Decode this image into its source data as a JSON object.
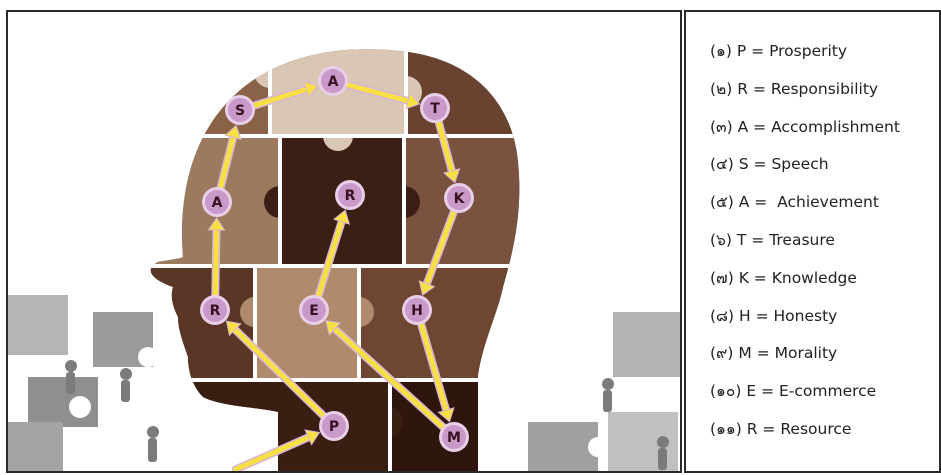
{
  "diagram": {
    "legend": [
      {
        "number": "(๑)",
        "letter": "P",
        "meaning": "Prosperity"
      },
      {
        "number": "(๒)",
        "letter": "R",
        "meaning": "Responsibility"
      },
      {
        "number": "(๓)",
        "letter": "A",
        "meaning": "Accomplishment"
      },
      {
        "number": "(๔)",
        "letter": "S",
        "meaning": "Speech"
      },
      {
        "number": "(๕)",
        "letter": "A",
        "meaning": " Achievement"
      },
      {
        "number": "(๖)",
        "letter": "T",
        "meaning": "Treasure"
      },
      {
        "number": "(๗)",
        "letter": "K",
        "meaning": "Knowledge"
      },
      {
        "number": "(๘)",
        "letter": "H",
        "meaning": "Honesty"
      },
      {
        "number": "(๙)",
        "letter": "M",
        "meaning": "Morality"
      },
      {
        "number": "(๑๐)",
        "letter": "E",
        "meaning": "E-commerce"
      },
      {
        "number": "(๑๑)",
        "letter": "R",
        "meaning": "Resource"
      }
    ],
    "nodes": [
      "P",
      "R",
      "A",
      "S",
      "A",
      "T",
      "K",
      "H",
      "M",
      "E",
      "R"
    ],
    "colors": {
      "arrow": "#f6e044",
      "arrow_edge": "#d8b4d8",
      "node_fill": "#c99ac9",
      "node_ring": "#e8cfe8",
      "head_dark": "#3b1f14",
      "head_mid": "#6e4632",
      "head_light": "#9a7658",
      "puzzle_gray": "#a9a9a9"
    }
  }
}
